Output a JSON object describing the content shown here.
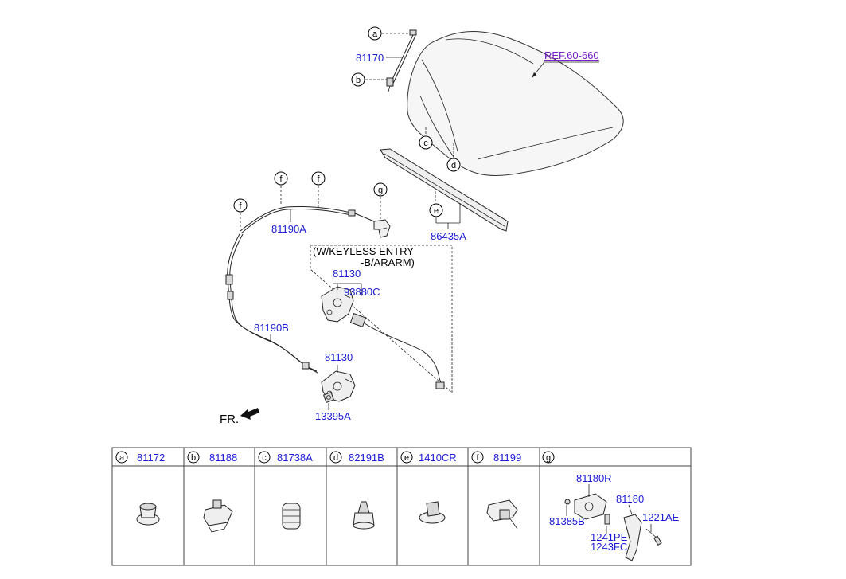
{
  "diagram": {
    "ref_label": "REF.60-660",
    "callouts": {
      "a": "a",
      "b": "b",
      "c": "c",
      "d": "d",
      "e": "e",
      "f": "f",
      "g": "g"
    },
    "parts": {
      "p81170": "81170",
      "p81190A": "81190A",
      "p86435A": "86435A",
      "p81130_top": "81130",
      "p93880C": "93880C",
      "p81190B": "81190B",
      "p81130_bottom": "81130",
      "p13395A": "13395A"
    },
    "keyless_note_line1": "(W/KEYLESS ENTRY",
    "keyless_note_line2": "-B/ARARM)",
    "front_label": "FR."
  },
  "legend_table": {
    "columns": [
      {
        "letter": "a",
        "part": "81172"
      },
      {
        "letter": "b",
        "part": "81188"
      },
      {
        "letter": "c",
        "part": "81738A"
      },
      {
        "letter": "d",
        "part": "82191B"
      },
      {
        "letter": "e",
        "part": "1410CR"
      },
      {
        "letter": "f",
        "part": "81199"
      },
      {
        "letter": "g",
        "part": ""
      }
    ],
    "g_parts": {
      "p81180R": "81180R",
      "p81180": "81180",
      "p81385B": "81385B",
      "p1221AE": "1221AE",
      "p1241PE": "1241PE",
      "p1243FC": "1243FC"
    }
  }
}
